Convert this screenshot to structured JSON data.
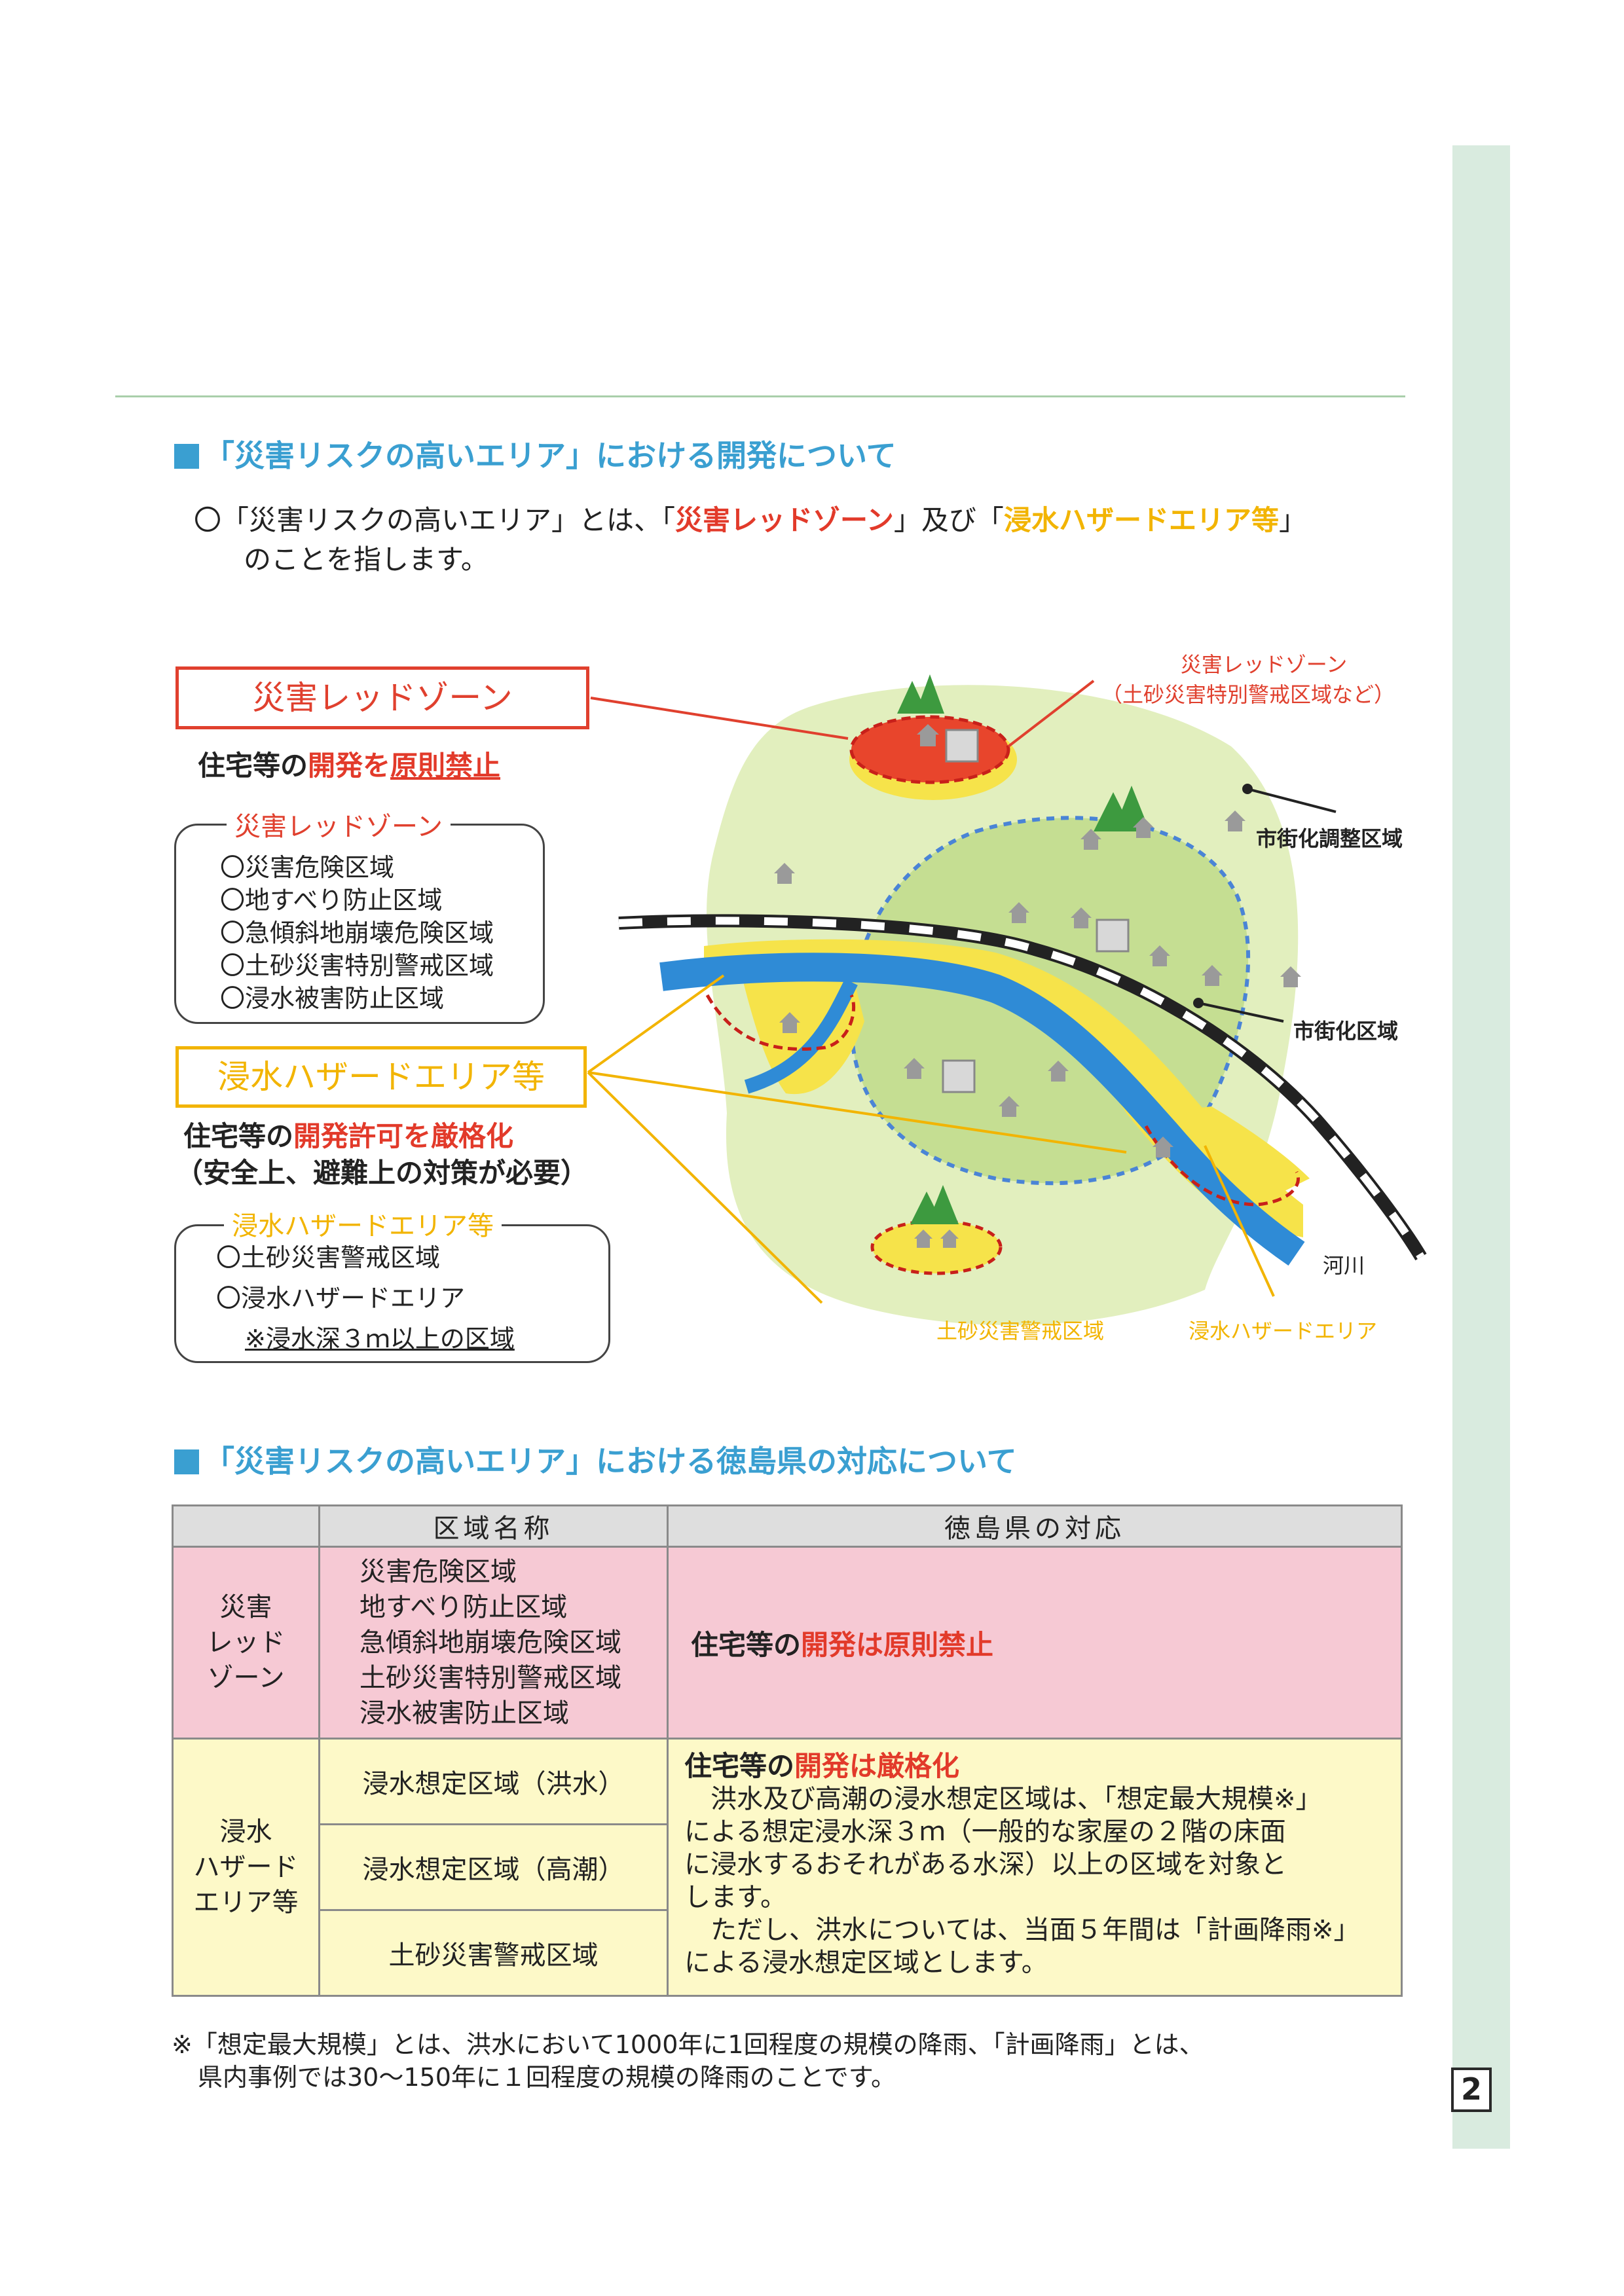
{
  "page_number": "2",
  "section1": {
    "heading": "「災害リスクの高いエリア」における開発について",
    "intro_prefix": "〇「災害リスクの高いエリア」とは、「",
    "intro_red": "災害レッドゾーン",
    "intro_mid": "」及び「",
    "intro_yellow": "浸水ハザードエリア等",
    "intro_suffix": "」",
    "intro_line2": "のことを指します。"
  },
  "red_zone": {
    "title": "災害レッドゾーン",
    "desc_prefix": "住宅等の",
    "desc_red": "開発を",
    "desc_red_ul": "原則禁止",
    "bracket_label": "災害レッドゾーン",
    "items": [
      "〇災害危険区域",
      "〇地すべり防止区域",
      "〇急傾斜地崩壊危険区域",
      "〇土砂災害特別警戒区域",
      "〇浸水被害防止区域"
    ]
  },
  "flood_zone": {
    "title": "浸水ハザードエリア等",
    "desc_prefix": "住宅等の",
    "desc_red": "開発許可を厳格化",
    "desc_line2": "（安全上、避難上の対策が必要）",
    "bracket_label": "浸水ハザードエリア等",
    "items": [
      "〇土砂災害警戒区域",
      "〇浸水ハザードエリア"
    ],
    "note": "※浸水深３ｍ以上の区域"
  },
  "map_labels": {
    "red_zone_line1": "災害レッドゾーン",
    "red_zone_line2": "（土砂災害特別警戒区域など）",
    "urbanization_control": "市街化調整区域",
    "urbanization": "市街化区域",
    "river": "河川",
    "sediment_warning": "土砂災害警戒区域",
    "flood_hazard": "浸水ハザードエリア"
  },
  "section2": {
    "heading": "「災害リスクの高いエリア」における徳島県の対応について",
    "col_zone": "区域名称",
    "col_response": "徳島県の対応",
    "red_category": [
      "災害",
      "レッド",
      "ゾーン"
    ],
    "red_zones": [
      "災害危険区域",
      "地すべり防止区域",
      "急傾斜地崩壊危険区域",
      "土砂災害特別警戒区域",
      "浸水被害防止区域"
    ],
    "red_response_prefix": "住宅等の",
    "red_response_red": "開発は原則禁止",
    "flood_category": [
      "浸水",
      "ハザード",
      "エリア等"
    ],
    "flood_zones": [
      "浸水想定区域（洪水）",
      "浸水想定区域（高潮）",
      "土砂災害警戒区域"
    ],
    "flood_response_prefix": "住宅等の",
    "flood_response_red": "開発は厳格化",
    "flood_response_lines": [
      "洪水及び高潮の浸水想定区域は、「想定最大規模※」",
      "による想定浸水深３ｍ（一般的な家屋の２階の床面",
      "に浸水するおそれがある水深）以上の区域を対象と",
      "します。",
      "ただし、洪水については、当面５年間は「計画降雨※」",
      "による浸水想定区域とします。"
    ]
  },
  "footnote": {
    "line1": "※「想定最大規模」とは、洪水において1000年に1回程度の規模の降雨、「計画降雨」とは、",
    "line2": "県内事例では30〜150年に１回程度の規模の降雨のことです。"
  }
}
